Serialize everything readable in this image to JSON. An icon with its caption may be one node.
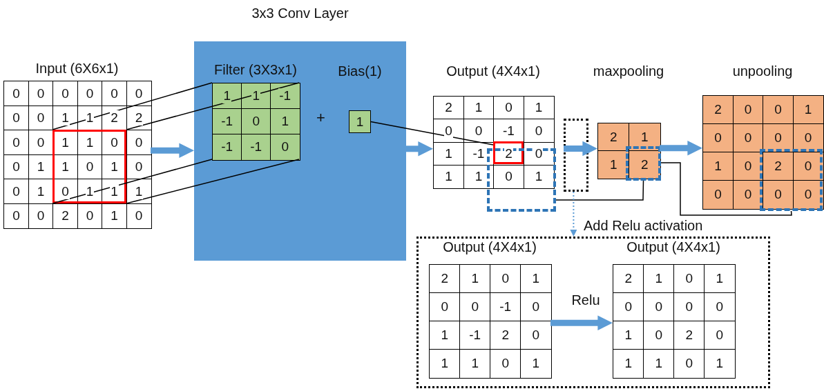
{
  "diagram": {
    "nodes": [
      {
        "text": [
          "Input (6X6x1)"
        ]
      },
      {
        "text": [
          "3x3 Conv Layer"
        ]
      },
      {
        "text": [
          "Filter (3X3x1)"
        ],
        "in": 1
      },
      {
        "text": [
          "Bias(1)",
          "1"
        ],
        "in": 1
      },
      {
        "text": [],
        "shape": "box",
        "in": 0
      },
      {
        "text": [
          "Output (4X4x1)"
        ]
      },
      {
        "text": [],
        "shape": "box",
        "in": 5
      },
      {
        "text": [],
        "shape": "box"
      },
      {
        "text": [],
        "shape": "box"
      },
      {
        "text": [
          "maxpooling"
        ]
      },
      {
        "text": [],
        "shape": "box",
        "in": 9
      },
      {
        "text": [
          "unpooling"
        ]
      },
      {
        "text": [],
        "shape": "box",
        "in": 11
      },
      {
        "text": [],
        "shape": "box"
      },
      {
        "text": [
          "Output (4X4x1)"
        ],
        "in": 13
      },
      {
        "text": [
          "Output (4X4x1)"
        ],
        "in": 13
      }
    ],
    "edges": [
      {
        "from": 4,
        "to": 2,
        "arrow": "none"
      },
      {
        "from": 4,
        "to": 2,
        "arrow": "none"
      },
      {
        "from": 4,
        "to": 2,
        "arrow": "none"
      },
      {
        "from": 4,
        "to": 2,
        "arrow": "none"
      },
      {
        "from": 0,
        "to": 1,
        "arrow": "to",
        "style": "thick",
        "color": "#5b9bd5"
      },
      {
        "from": 3,
        "to": 6,
        "arrow": "none"
      },
      {
        "from": 1,
        "to": 5,
        "arrow": "to",
        "style": "thick",
        "color": "#5b9bd5"
      },
      {
        "from": 8,
        "to": 9,
        "arrow": "to",
        "style": "thick",
        "color": "#5b9bd5"
      },
      {
        "from": 7,
        "to": 10,
        "arrow": "none"
      },
      {
        "from": 9,
        "to": 11,
        "arrow": "to",
        "style": "thick",
        "color": "#5b9bd5"
      },
      {
        "from": 10,
        "to": 12,
        "arrow": "none"
      },
      {
        "from": 8,
        "to": 13,
        "arrow": "to",
        "style": "dashed",
        "color": "#5b9bd5",
        "label": "Add Relu activation"
      },
      {
        "from": 14,
        "to": 15,
        "arrow": "to",
        "style": "thick",
        "color": "#5b9bd5",
        "label": "Relu"
      }
    ],
    "labels": [
      "0",
      "0",
      "0",
      "0",
      "0",
      "0",
      "0",
      "0",
      "1",
      "1",
      "2",
      "2",
      "0",
      "0",
      "1",
      "1",
      "0",
      "0",
      "0",
      "1",
      "1",
      "0",
      "1",
      "0",
      "0",
      "1",
      "0",
      "1",
      "1",
      "1",
      "0",
      "0",
      "2",
      "0",
      "1",
      "0",
      "1",
      "1",
      "-1",
      "-1",
      "0",
      "1",
      "-1",
      "-1",
      "0",
      "+",
      "2",
      "1",
      "0",
      "1",
      "0",
      "0",
      "-1",
      "0",
      "1",
      "-1",
      "2",
      "0",
      "1",
      "1",
      "0",
      "1",
      "2",
      "1",
      "1",
      "2",
      "2",
      "0",
      "0",
      "1",
      "0",
      "0",
      "0",
      "0",
      "1",
      "0",
      "2",
      "0",
      "0",
      "0",
      "0",
      "0",
      "2",
      "1",
      "0",
      "1",
      "0",
      "0",
      "-1",
      "0",
      "1",
      "-1",
      "2",
      "0",
      "1",
      "1",
      "0",
      "1",
      "2",
      "1",
      "0",
      "1",
      "0",
      "0",
      "0",
      "0",
      "1",
      "0",
      "2",
      "0",
      "1",
      "1",
      "0",
      "1"
    ]
  }
}
